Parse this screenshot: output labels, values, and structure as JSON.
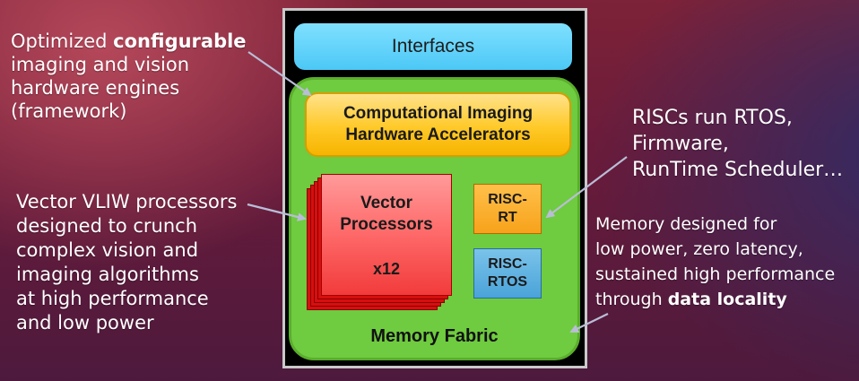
{
  "captions": {
    "configurable": {
      "line1_pre": "Optimized ",
      "line1_bold": "configurable",
      "line2": "imaging and vision",
      "line3": "hardware engines",
      "line4": "(framework)"
    },
    "vector": {
      "lines": [
        "Vector VLIW processors",
        "designed to crunch",
        "complex vision and",
        "imaging algorithms",
        "at high performance",
        "and low power"
      ]
    },
    "risc": {
      "lines": [
        "RISCs run RTOS,",
        "Firmware,",
        "RunTime Scheduler…"
      ]
    },
    "memory": {
      "line1": "Memory designed for",
      "line2": "low power, zero latency,",
      "line3": "sustained high performance",
      "line4_pre": "through ",
      "line4_bold": "data locality"
    }
  },
  "diagram": {
    "interfaces": "Interfaces",
    "accelerators": {
      "line1": "Computational Imaging",
      "line2": "Hardware Accelerators"
    },
    "vector_processors": {
      "line1": "Vector",
      "line2": "Processors",
      "count": "x12"
    },
    "risc_rt": {
      "line1": "RISC-",
      "line2": "RT"
    },
    "risc_rtos": {
      "line1": "RISC-",
      "line2": "RTOS"
    },
    "memory_fabric": "Memory Fabric"
  },
  "colors": {
    "interfaces": "#4cc8f6",
    "memory_fabric": "#6fcb3f",
    "accelerators": "#ffc928",
    "vector_processors": "#ff6d6d",
    "risc_rt": "#f7a21b",
    "risc_rtos": "#4aa3d8",
    "arrow": "#b9bdd6"
  }
}
